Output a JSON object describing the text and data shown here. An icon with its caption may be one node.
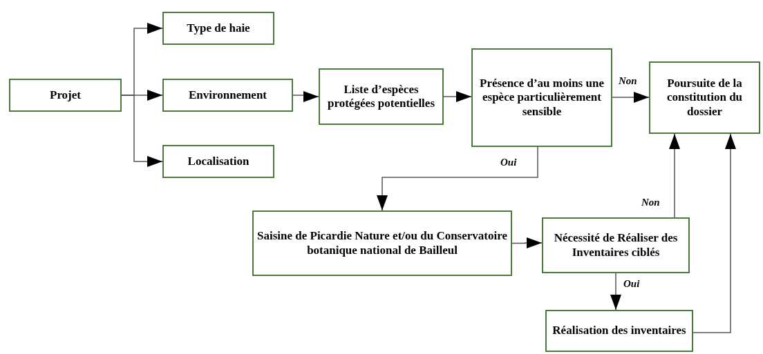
{
  "diagram": {
    "nodes": [
      {
        "text": [
          "Projet"
        ]
      },
      {
        "text": [
          "Type de haie"
        ]
      },
      {
        "text": [
          "Environnement"
        ]
      },
      {
        "text": [
          "Localisation"
        ]
      },
      {
        "text": [
          "Liste d’espèces protégées potentielles"
        ]
      },
      {
        "text": [
          "Présence d’au moins une espèce particulièrement sensible"
        ]
      },
      {
        "text": [
          "Poursuite de la constitution du dossier"
        ]
      },
      {
        "text": [
          "Saisine de Picardie Nature et/ou du Conservatoire botanique national de Bailleul"
        ]
      },
      {
        "text": [
          "Nécessité de Réaliser des Inventaires ciblés"
        ]
      },
      {
        "text": [
          "Réalisation des inventaires"
        ]
      }
    ],
    "edges": [
      {
        "from": 0,
        "to": 1,
        "arrow": "to"
      },
      {
        "from": 0,
        "to": 2,
        "arrow": "to"
      },
      {
        "from": 0,
        "to": 3,
        "arrow": "to"
      },
      {
        "from": 2,
        "to": 4,
        "arrow": "to"
      },
      {
        "from": 4,
        "to": 5,
        "arrow": "to"
      },
      {
        "from": 5,
        "to": 6,
        "arrow": "to",
        "label": "Non"
      },
      {
        "from": 5,
        "to": 7,
        "arrow": "to",
        "label": "Oui"
      },
      {
        "from": 7,
        "to": 8,
        "arrow": "to"
      },
      {
        "from": 8,
        "to": 6,
        "arrow": "to",
        "label": "Non"
      },
      {
        "from": 8,
        "to": 9,
        "arrow": "to",
        "label": "Oui"
      },
      {
        "from": 9,
        "to": 6,
        "arrow": "to"
      }
    ]
  }
}
